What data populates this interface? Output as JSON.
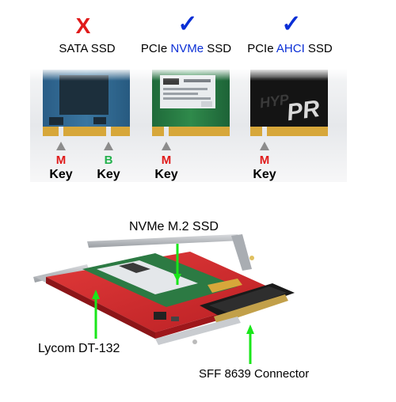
{
  "ssd_columns": [
    {
      "status_mark": "X",
      "prefix": "SATA",
      "highlight": "",
      "suffix": "SSD"
    },
    {
      "status_mark": "✓",
      "prefix": "PCIe ",
      "highlight": "NVMe",
      "suffix": " SSD"
    },
    {
      "status_mark": "✓",
      "prefix": "PCIe ",
      "highlight": "AHCI",
      "suffix": " SSD"
    }
  ],
  "keys": [
    {
      "letter": "M",
      "label": "Key"
    },
    {
      "letter": "B",
      "label": "Key"
    },
    {
      "letter": "M",
      "label": "Key"
    },
    {
      "letter": "M",
      "label": "Key"
    }
  ],
  "callouts": {
    "nvme_ssd": "NVMe M.2 SSD",
    "adapter": "Lycom DT-132",
    "connector": "SFF 8639 Connector"
  },
  "colors": {
    "x_mark": "#e01a1a",
    "check_mark": "#0a2fd6",
    "m_key": "#e01a1a",
    "b_key": "#22b14c",
    "callout_arrow": "#19e619",
    "key_arrow": "#8c8c8c"
  },
  "icons": [
    "x-mark-icon",
    "checkmark-icon",
    "up-triangle-icon",
    "up-arrow-icon"
  ]
}
